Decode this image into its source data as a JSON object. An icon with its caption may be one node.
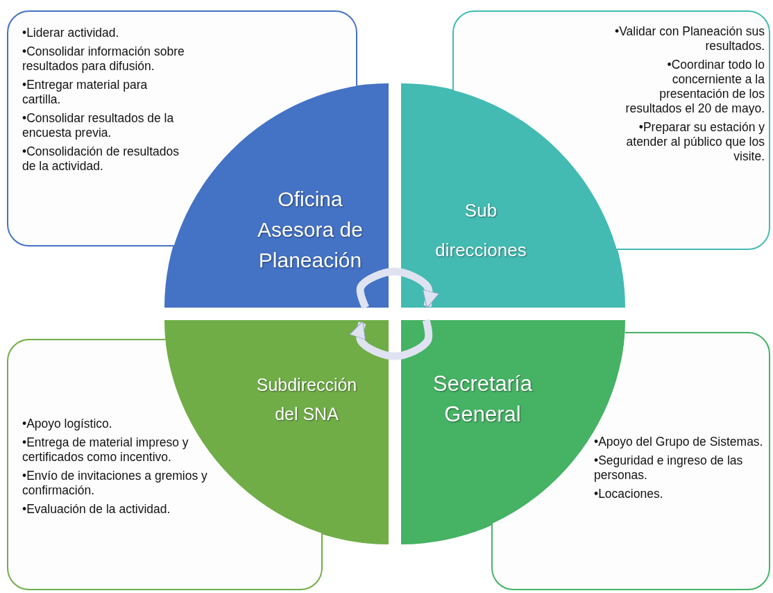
{
  "diagram": {
    "nodes": [
      {
        "text": [
          "Oficina Asesora de Planeación"
        ]
      },
      {
        "text": [
          "Sub direcciones"
        ]
      },
      {
        "text": [
          "Subdirección del SNA"
        ]
      },
      {
        "text": [
          "Secretaría General"
        ]
      },
      {
        "text": [
          "•Liderar actividad.",
          "•Consolidar información sobre resultados para difusión.",
          "•Entregar material para cartilla.",
          "•Consolidar resultados de la encuesta previa.",
          "•Consolidación de resultados de la actividad."
        ]
      },
      {
        "text": [
          "•Validar con Planeación sus resultados.",
          "•Coordinar todo lo concerniente a la presentación de los resultados el 20 de mayo.",
          "•Preparar su estación y atender al público que los visite."
        ]
      },
      {
        "text": [
          "•Apoyo logístico.",
          "•Entrega de material impreso y certificados como incentivo.",
          "•Envío de invitaciones a gremios y confirmación.",
          "•Evaluación de la actividad."
        ]
      },
      {
        "text": [
          "•Apoyo del Grupo de Sistemas.",
          "•Seguridad e ingreso de las personas.",
          "•Locaciones."
        ]
      }
    ],
    "edges": [
      {
        "from": 0,
        "to": 1,
        "arrow": "to"
      },
      {
        "from": 3,
        "to": 2,
        "arrow": "to"
      }
    ]
  }
}
